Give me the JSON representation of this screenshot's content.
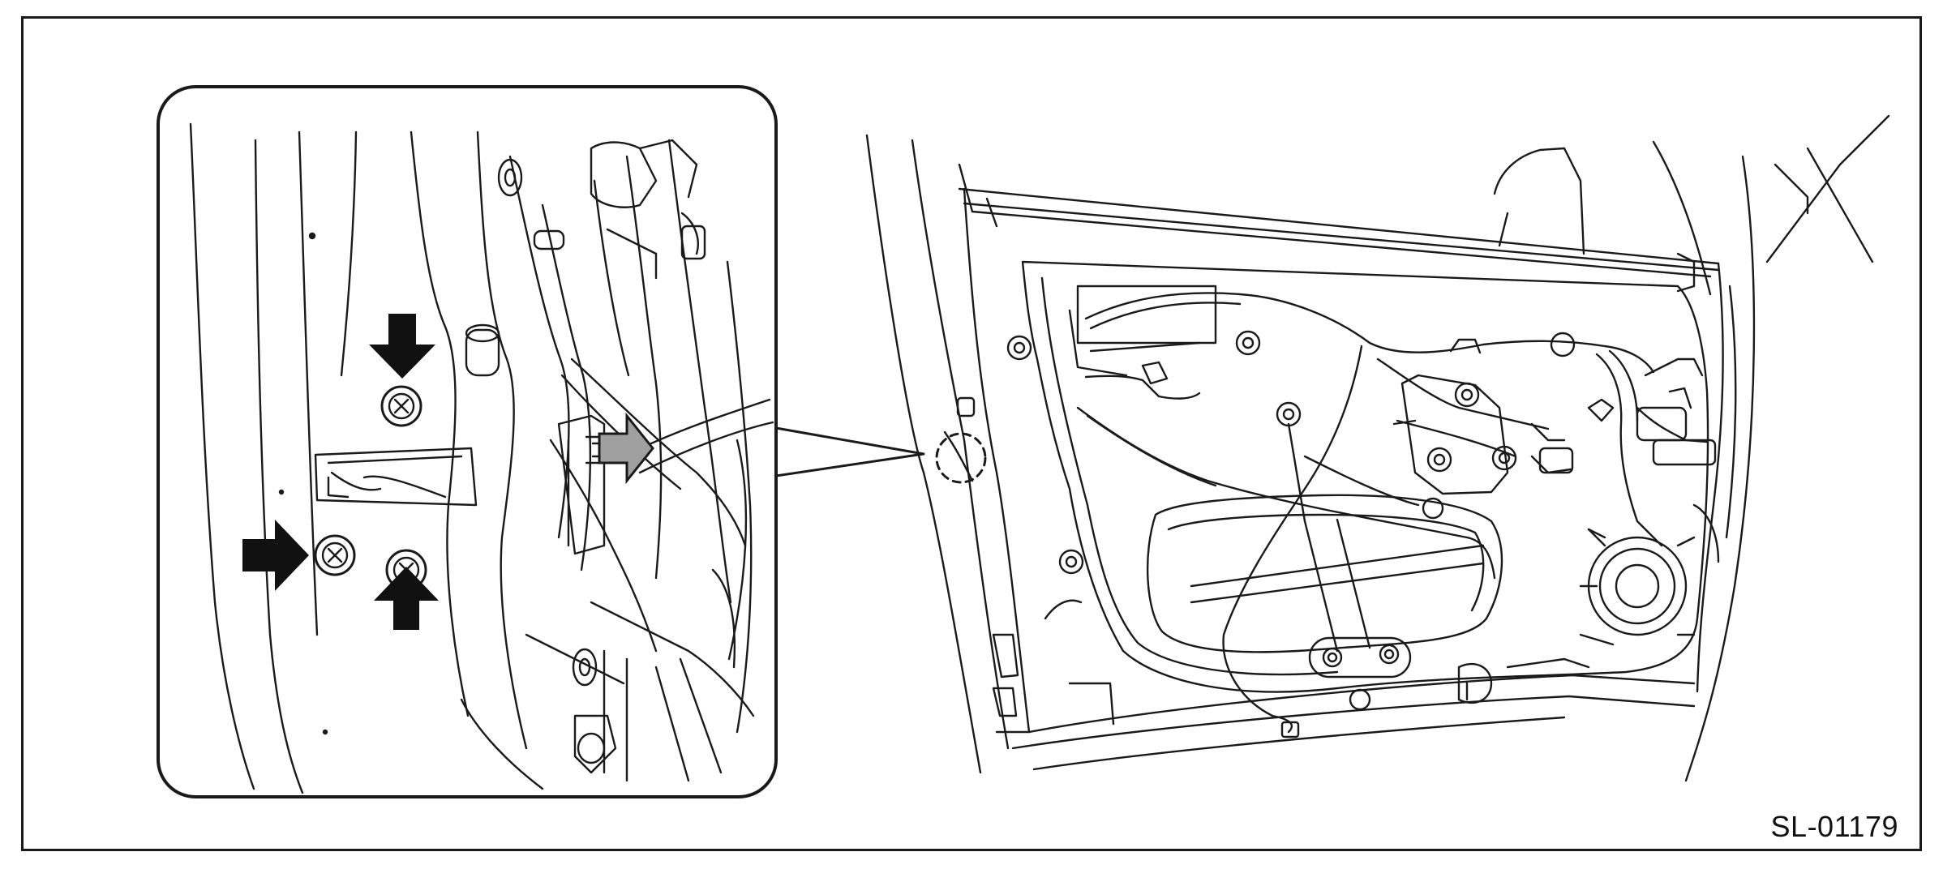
{
  "figure": {
    "id": "SL-01179",
    "subject": "front-door-inner-panel",
    "detail": "door-check-link-bolts"
  },
  "callouts": {
    "bolts": 3,
    "black_arrows": 3,
    "gray_arrows": 1
  },
  "icons": [
    "arrow-down-icon",
    "arrow-right-icon",
    "arrow-up-icon",
    "bolt-icon",
    "gray-arrow-right-icon",
    "dashed-circle-icon"
  ],
  "colors": {
    "ink": "#1a1a1a",
    "arrow": "#111111",
    "callout_arrow": "#a0a0a0",
    "paper": "#ffffff"
  }
}
